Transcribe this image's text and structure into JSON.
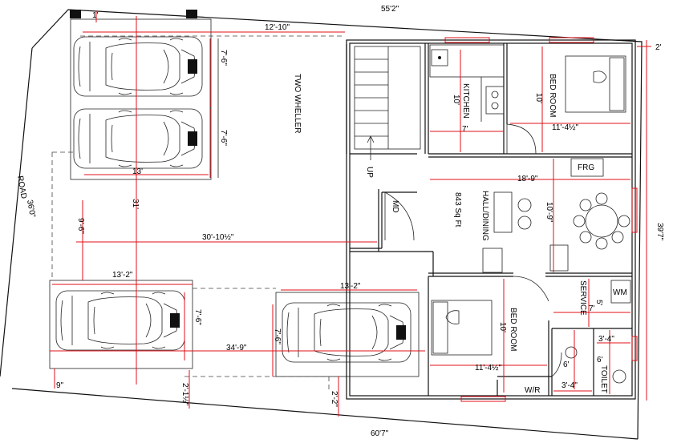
{
  "labels": {
    "top_width": "55'2\"",
    "bottom_width": "60'7\"",
    "right_depth": "39'7\"",
    "road": "ROAD",
    "road_dim": "36'0\"",
    "setback_right": "2'",
    "setback_top": "1'",
    "park_gap": "12'-10\"",
    "car1_len": "7'-6\"",
    "car2_len": "7'-6\"",
    "park_width_top": "13'",
    "two_wheeler": "TWO WHELLER",
    "v31": "31'",
    "v9_6": "9'-6\"",
    "h30_10": "30'-10½\"",
    "park_width_left": "13'-2\"",
    "car3_len": "7'-6\"",
    "h34_9": "34'-9\"",
    "nine": "9\"",
    "two_1": "2'-1½\"",
    "two_2": "2'-2\"",
    "park_width_mid": "13'-2\"",
    "car4_len": "7'-6\"",
    "up": "UP",
    "md": "MD",
    "kitchen": "KITCHEN",
    "kitchen_h": "10'",
    "kitchen_w": "7'",
    "bed1": "BED ROOM",
    "bed1_h": "10'",
    "bed1_w": "11'-4½\"",
    "frg": "FRG",
    "hall_w": "18'-9\"",
    "hall_h": "10'-9\"",
    "hall": "HALL/DINING",
    "sqft": "843 Sq Ft",
    "wm": "WM",
    "service": "SERVICE",
    "service_h": "5'",
    "service_w": "7'",
    "bed2": "BED ROOM",
    "bed2_h": "10'",
    "bed2_w": "11'-4½\"",
    "toilet": "TOILET",
    "toilet_w": "3'-4\"",
    "toilet_h": "6'",
    "wr": "W/R",
    "wr_w": "3'-4\"",
    "wr_h": "6'"
  }
}
